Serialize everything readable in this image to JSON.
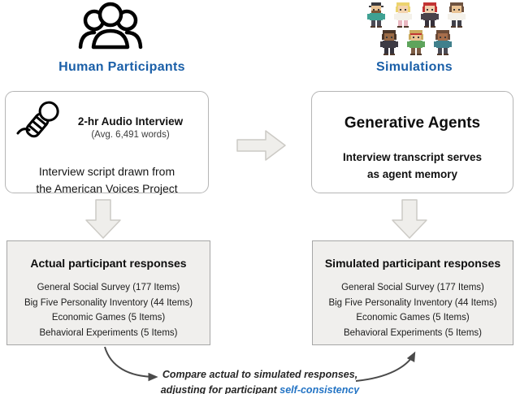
{
  "header": {
    "left_label": "Human Participants",
    "right_label": "Simulations"
  },
  "colors": {
    "heading_blue": "#1a5fa8",
    "highlight_blue": "#2273c4",
    "arrow_fill": "#efeeeb",
    "arrow_stroke": "#cccac5",
    "gray_box_fill": "#f0efed",
    "gray_box_border": "#a6a6a6",
    "top_box_border": "#b5b5b5",
    "curve_arrow": "#4a4a4a"
  },
  "boxes": {
    "interview": {
      "title": "2-hr Audio Interview",
      "subtitle": "(Avg. 6,491 words)",
      "line1": "Interview script drawn from",
      "line2": "the American Voices Project"
    },
    "agents": {
      "title": "Generative Agents",
      "line1": "Interview transcript serves",
      "line2": "as agent memory"
    },
    "actual": {
      "title": "Actual participant responses",
      "items": [
        "General Social Survey (177 Items)",
        "Big Five Personality Inventory (44 Items)",
        "Economic Games (5 Items)",
        "Behavioral Experiments (5 Items)"
      ]
    },
    "simulated": {
      "title": "Simulated participant responses",
      "items": [
        "General Social Survey (177 Items)",
        "Big Five Personality Inventory (44 Items)",
        "Economic Games (5 Items)",
        "Behavioral Experiments (5 Items)"
      ]
    }
  },
  "caption": {
    "line1": "Compare actual to simulated responses,",
    "line2_prefix": "adjusting for participant ",
    "line2_highlight": "self-consistency"
  },
  "icons": {
    "left_header": "people-group-icon",
    "interview_box": "hand-microphone-icon",
    "flow": [
      "right-block-arrow",
      "down-block-arrow-left",
      "down-block-arrow-right"
    ]
  },
  "sprites": {
    "rows": [
      4,
      3
    ],
    "figures": [
      {
        "name": "man-hat-beard",
        "hat": "#3b3b40",
        "skin": "#eac394",
        "beard": "#7c5434",
        "shirt": "#3fa193",
        "pants": "#4b4b55"
      },
      {
        "name": "blonde-woman",
        "hair": "#ecd36f",
        "skin": "#f4d3ae",
        "shirt": "#f4f1ea",
        "pants": "#e9b7c1"
      },
      {
        "name": "red-haired-woman",
        "hair": "#c23434",
        "skin": "#f2cfae",
        "shirt": "#4a424a",
        "pants": "#36303a"
      },
      {
        "name": "brown-haired-man",
        "hair": "#6f5340",
        "skin": "#eac394",
        "shirt": "#f4f1ea",
        "pants": "#3f3f48"
      },
      {
        "name": "dark-haired-man",
        "hair": "#4a3627",
        "skin": "#9a6a44",
        "shirt": "#3d3b44",
        "pants": "#35333c"
      },
      {
        "name": "sandy-haired-man",
        "hair": "#cbaa5e",
        "band": "#c23434",
        "skin": "#eac394",
        "shirt": "#5ea45c",
        "pants": "#7d5d45"
      },
      {
        "name": "teal-shirt-person",
        "hair": "#6d4c38",
        "skin": "#a76e4b",
        "shirt": "#40808c",
        "pants": "#4b4b55"
      }
    ]
  }
}
